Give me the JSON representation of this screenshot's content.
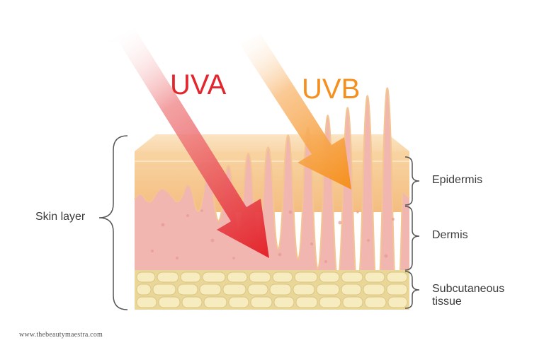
{
  "rays": {
    "uva_label": "UVA",
    "uvb_label": "UVB"
  },
  "labels": {
    "skin_layer": "Skin layer",
    "epidermis": "Epidermis",
    "dermis": "Dermis",
    "subcutaneous_line1": "Subcutaneous",
    "subcutaneous_line2": "tissue"
  },
  "credit": "www.thebeautymaestra.com",
  "colors": {
    "uva": "#e3262d",
    "uvb": "#f5901e",
    "epidermis": "#f6c98e",
    "dermis": "#f2b6b0",
    "subcutaneous": "#f4e7b2",
    "label_text": "#3a3a3a"
  }
}
